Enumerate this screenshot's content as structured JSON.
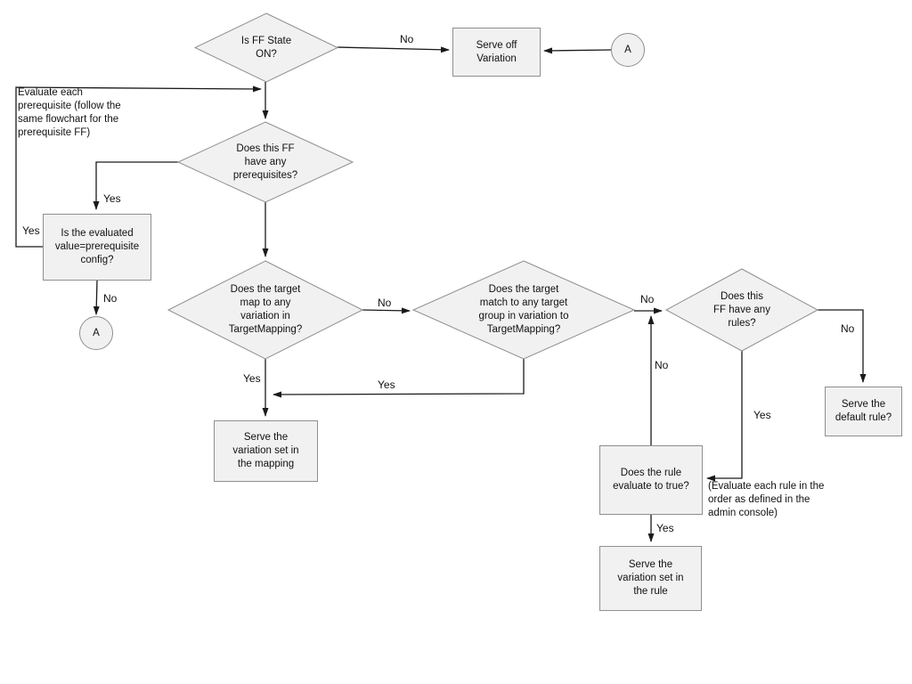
{
  "colors": {
    "node_fill": "#f1f1f1",
    "node_border": "#8f8f8f",
    "line": "#1a1a1a",
    "text": "#111111",
    "background": "#ffffff"
  },
  "nodes": {
    "ff_state": "Is FF State\nON?",
    "serve_off": "Serve off\nVariation",
    "connector_top": "A",
    "prereq_check": "Does this FF\nhave any\nprerequisites?",
    "prereq_eval": "Is the evaluated\nvalue=prerequisite\nconfig?",
    "connector_left": "A",
    "target_map": "Does the target\nmap to any\nvariation in\nTargetMapping?",
    "target_group": "Does the target\nmatch to any target\ngroup in variation to\nTargetMapping?",
    "rules_check": "Does this\nFF have any\nrules?",
    "serve_default": "Serve the\ndefault rule?",
    "rule_eval": "Does the rule\nevaluate to true?",
    "serve_rule": "Serve the\nvariation set in\nthe rule",
    "serve_mapping": "Serve the\nvariation set in\nthe mapping"
  },
  "notes": {
    "prereq_note": "Evaluate each\nprerequisite (follow the\nsame flowchart for the\nprerequisite FF)",
    "rules_note": "(Evaluate each rule in the\norder as defined in the\nadmin console)"
  },
  "edge_labels": {
    "no_state": "No",
    "yes_prereq": "Yes",
    "yes_eval_loop": "Yes",
    "no_eval": "No",
    "yes_map": "Yes",
    "yes_group": "Yes",
    "no_map": "No",
    "no_group": "No",
    "no_rule": "No",
    "no_rules": "No",
    "yes_rules": "Yes",
    "yes_rule": "Yes"
  }
}
